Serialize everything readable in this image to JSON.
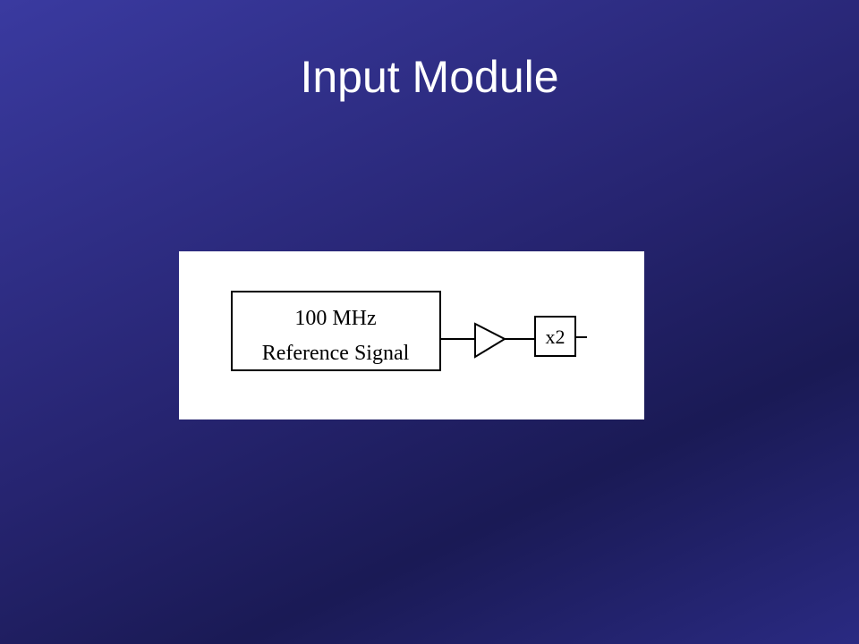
{
  "slide": {
    "title": "Input Module"
  },
  "diagram": {
    "reference_block": {
      "line1": "100 MHz",
      "line2": "Reference Signal"
    },
    "multiplier_block": {
      "label": "x2"
    }
  }
}
